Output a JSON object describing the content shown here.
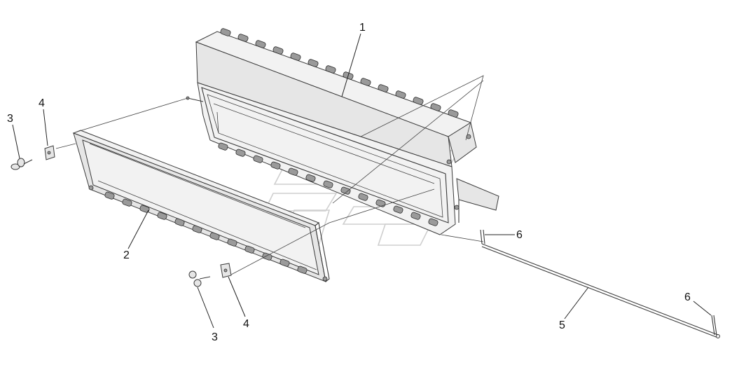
{
  "diagram": {
    "callouts": [
      {
        "id": "c1",
        "label": "1"
      },
      {
        "id": "c2",
        "label": "2"
      },
      {
        "id": "c3a",
        "label": "3"
      },
      {
        "id": "c3b",
        "label": "3"
      },
      {
        "id": "c4a",
        "label": "4"
      },
      {
        "id": "c4b",
        "label": "4"
      },
      {
        "id": "c5",
        "label": "5"
      },
      {
        "id": "c6a",
        "label": "6"
      },
      {
        "id": "c6b",
        "label": "6"
      }
    ]
  }
}
